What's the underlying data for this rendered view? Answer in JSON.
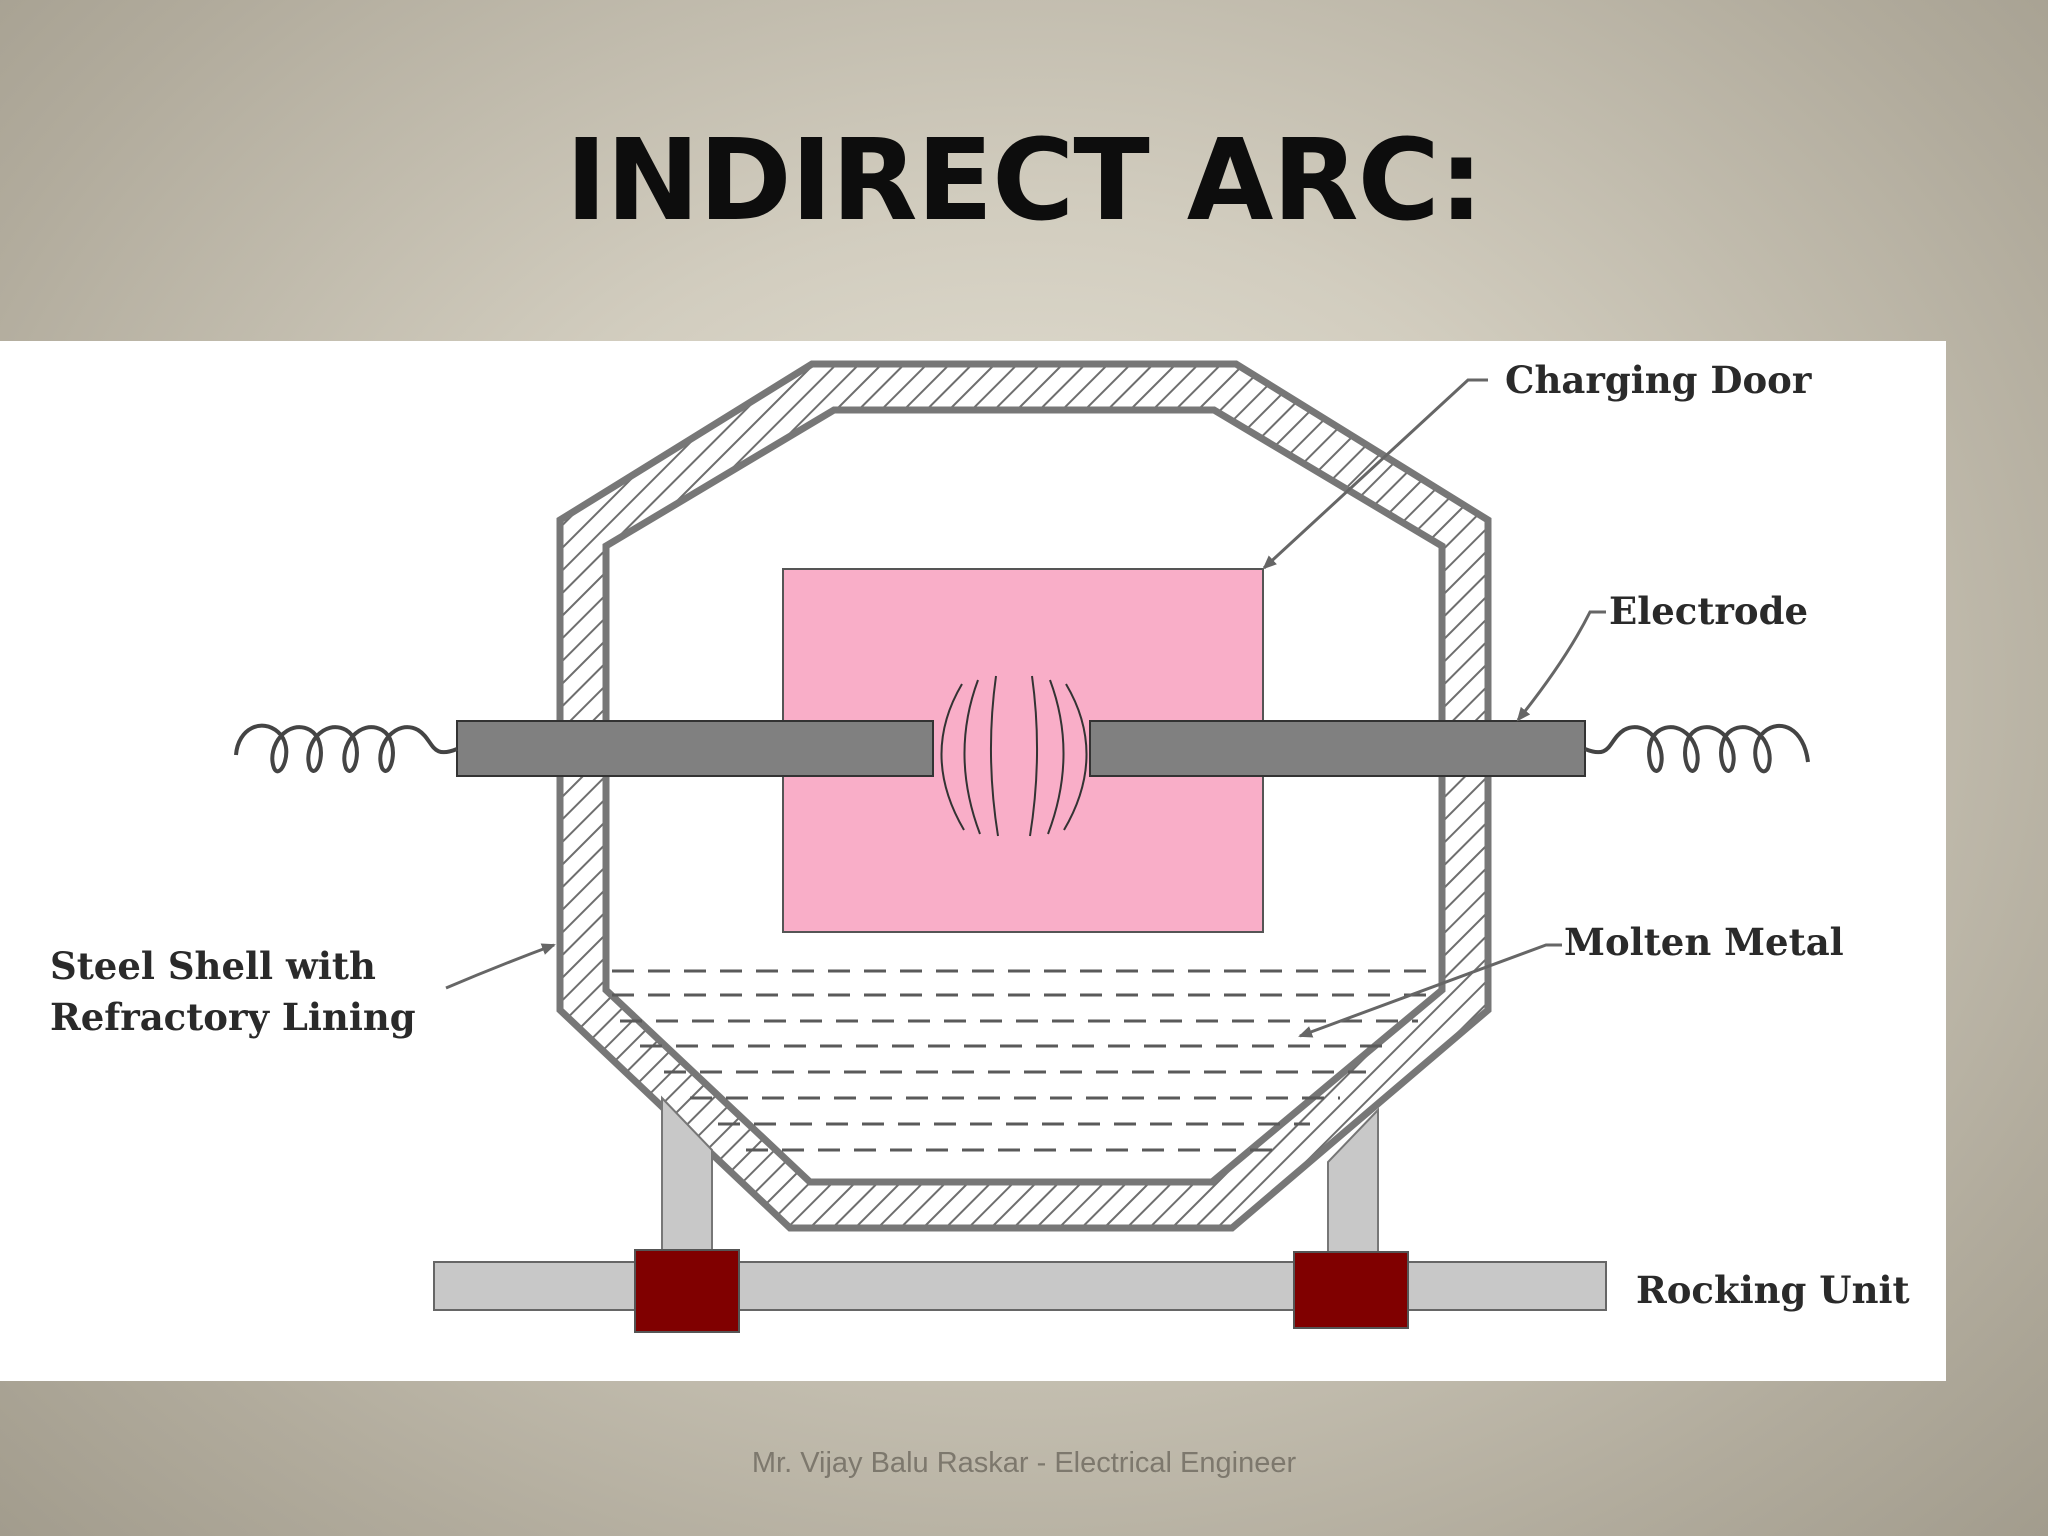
{
  "slide": {
    "title": "INDIRECT ARC:",
    "footer": "Mr. Vijay Balu Raskar - Electrical Engineer"
  },
  "diagram": {
    "labels": {
      "charging_door": "Charging Door",
      "electrode": "Electrode",
      "molten_metal": "Molten Metal",
      "steel_shell_line1": "Steel Shell with",
      "steel_shell_line2": "Refractory Lining",
      "rocking_unit": "Rocking Unit"
    },
    "colors": {
      "charging_door": "#f9aec8",
      "electrode": "#808080",
      "shell": "#777777",
      "support": "#c8c8c8",
      "clamp": "#800000"
    }
  }
}
